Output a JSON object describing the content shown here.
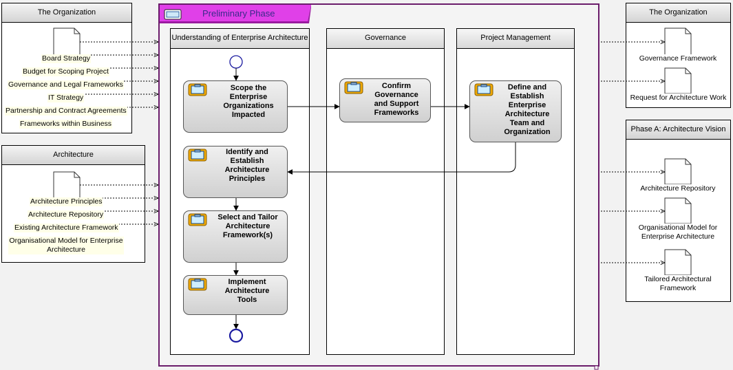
{
  "left_panels": {
    "organization": {
      "title": "The Organization",
      "inputs": [
        "Board Strategy",
        "Budget for Scoping Project",
        "Governance and Legal Frameworks",
        "IT Strategy",
        "Partnership and Contract Agreements",
        "Frameworks within Business"
      ]
    },
    "architecture": {
      "title": "Architecture",
      "inputs": [
        "Architecture Principles",
        "Architecture Repository",
        "Existing Architecture Framework",
        "Organisational Model for Enterprise Architecture"
      ]
    }
  },
  "phase": {
    "title": "Preliminary Phase",
    "lanes": [
      "Understanding of Enterprise Architecture",
      "Governance",
      "Project Management"
    ],
    "activities": {
      "scope": "Scope the Enterprise Organizations Impacted",
      "principles": "Identify and Establish Architecture Principles",
      "tailor": "Select and Tailor Architecture Framework(s)",
      "tools": "Implement Architecture Tools",
      "governance": "Confirm Governance and Support Frameworks",
      "team": "Define and Establish Enterprise Architecture Team and Organization"
    }
  },
  "right_panels": {
    "organization": {
      "title": "The Organization",
      "outputs": [
        "Governance Framework",
        "Request for Architecture Work"
      ]
    },
    "phase_a": {
      "title": "Phase A: Architecture Vision",
      "outputs": [
        "Architecture Repository",
        "Organisational Model for Enterprise Architecture",
        "Tailored Architectural Framework"
      ]
    }
  },
  "colors": {
    "phase_border": "#6a1b6a",
    "phase_tab": "#e040e8",
    "activity_icon": "#f0a800",
    "start_node": "#1a1aa0"
  }
}
